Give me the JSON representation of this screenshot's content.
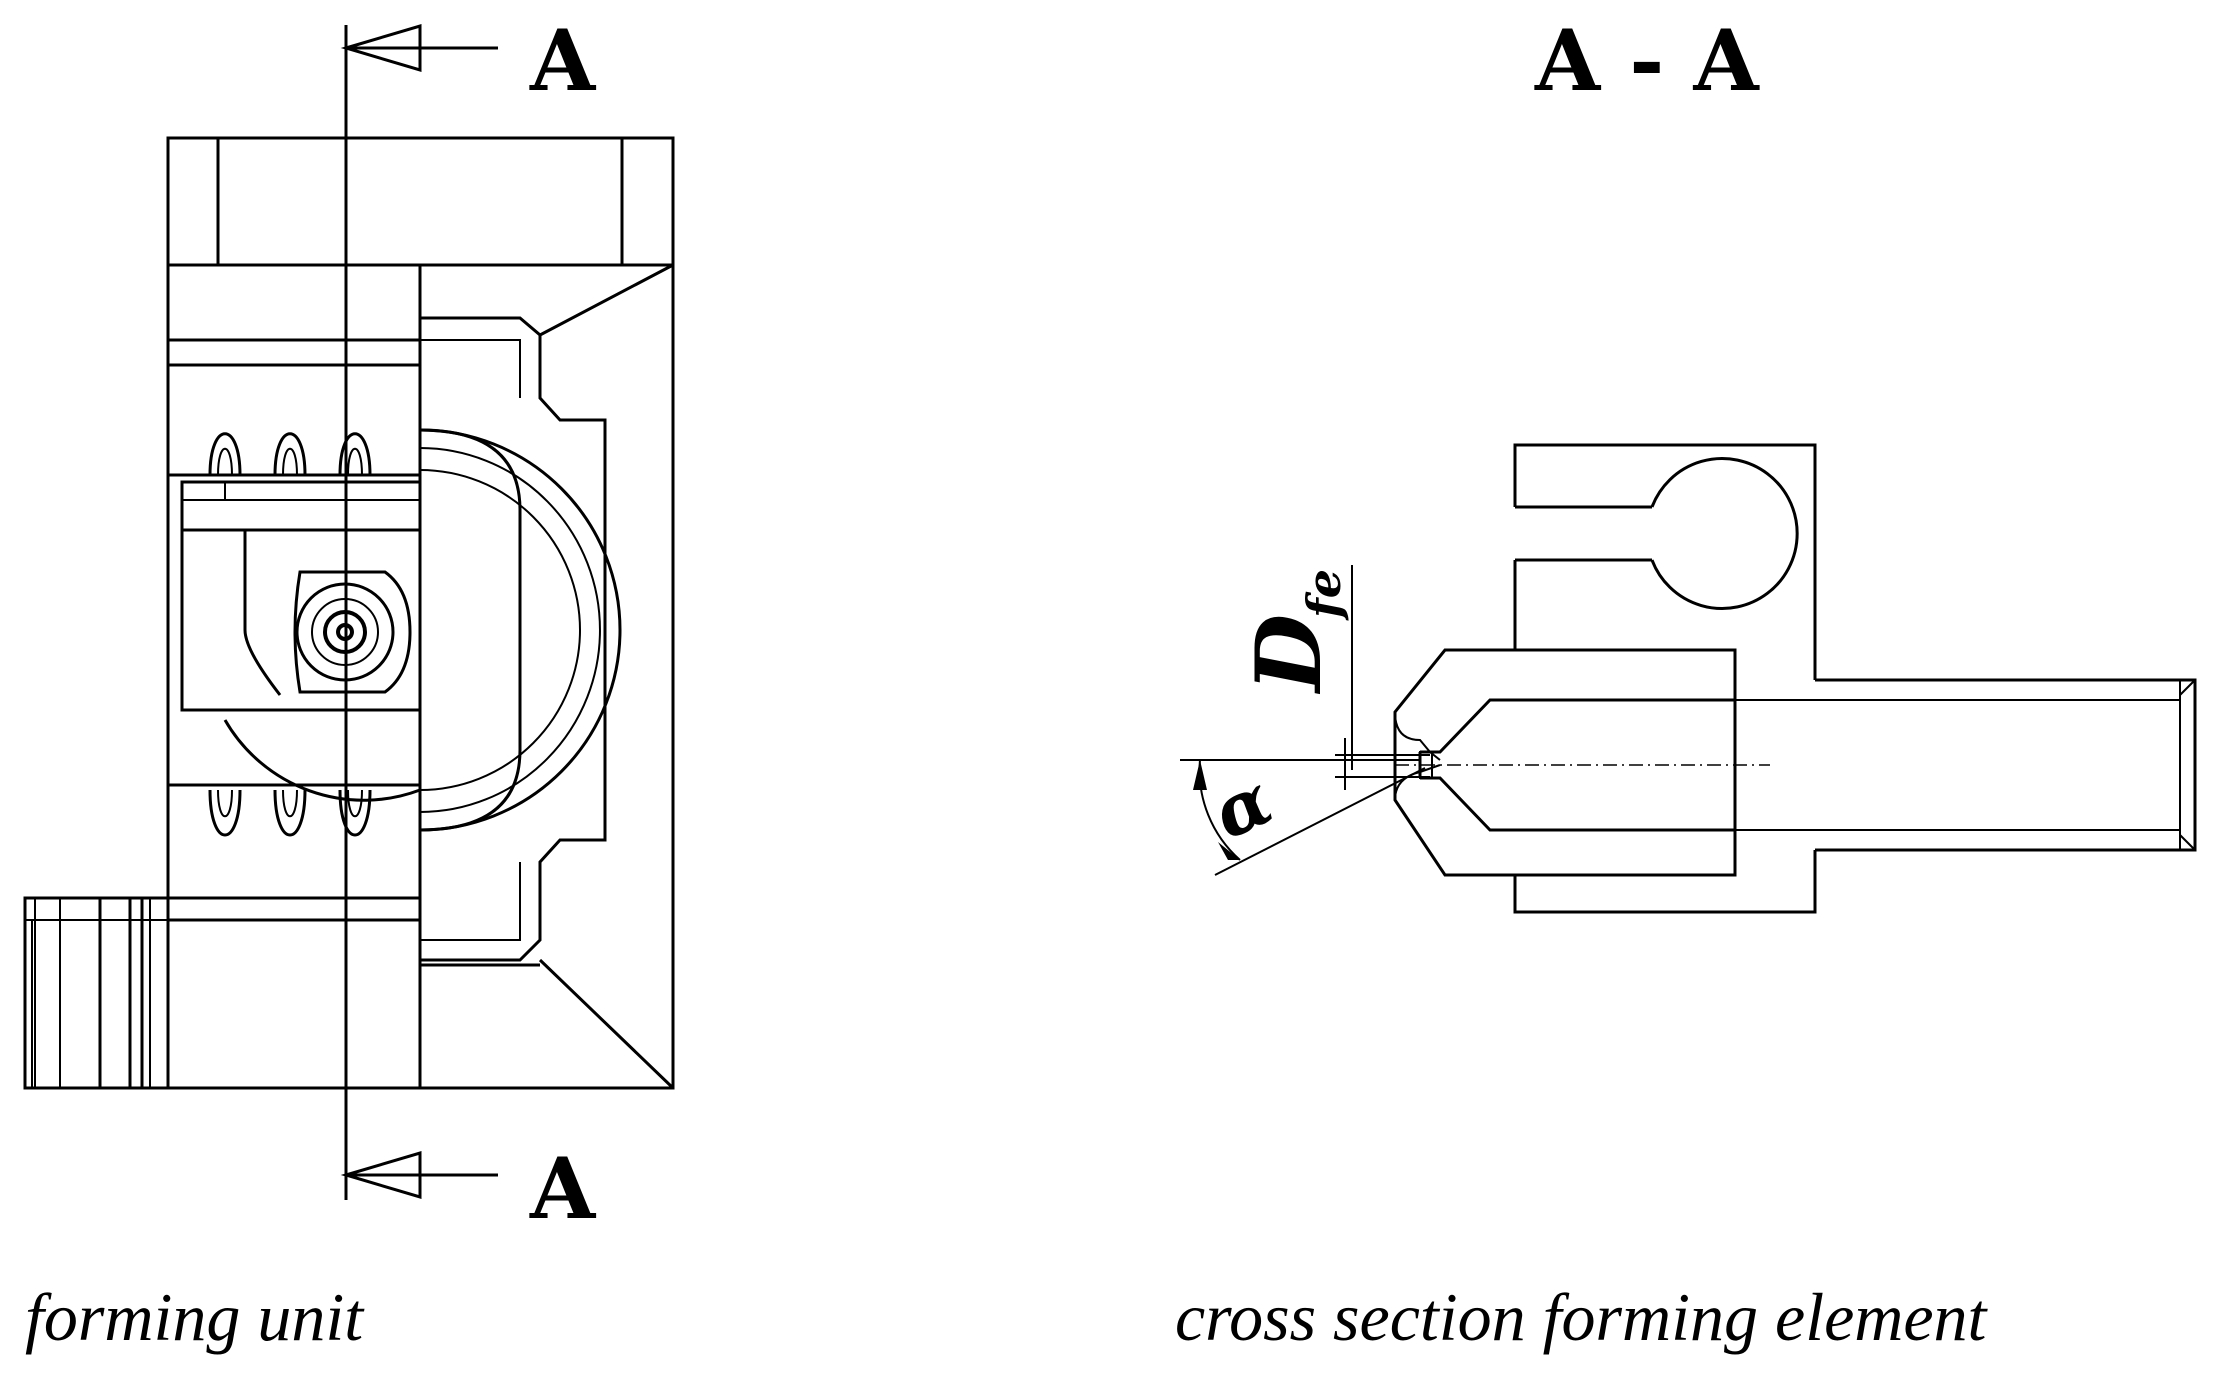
{
  "views": {
    "left": {
      "caption": "forming unit",
      "section_label_top": "A",
      "section_label_bottom": "A"
    },
    "right": {
      "caption": "cross section forming element",
      "section_title": "A - A",
      "dimension_diameter": "D",
      "dimension_diameter_subscript": "fe",
      "dimension_angle": "α"
    }
  }
}
